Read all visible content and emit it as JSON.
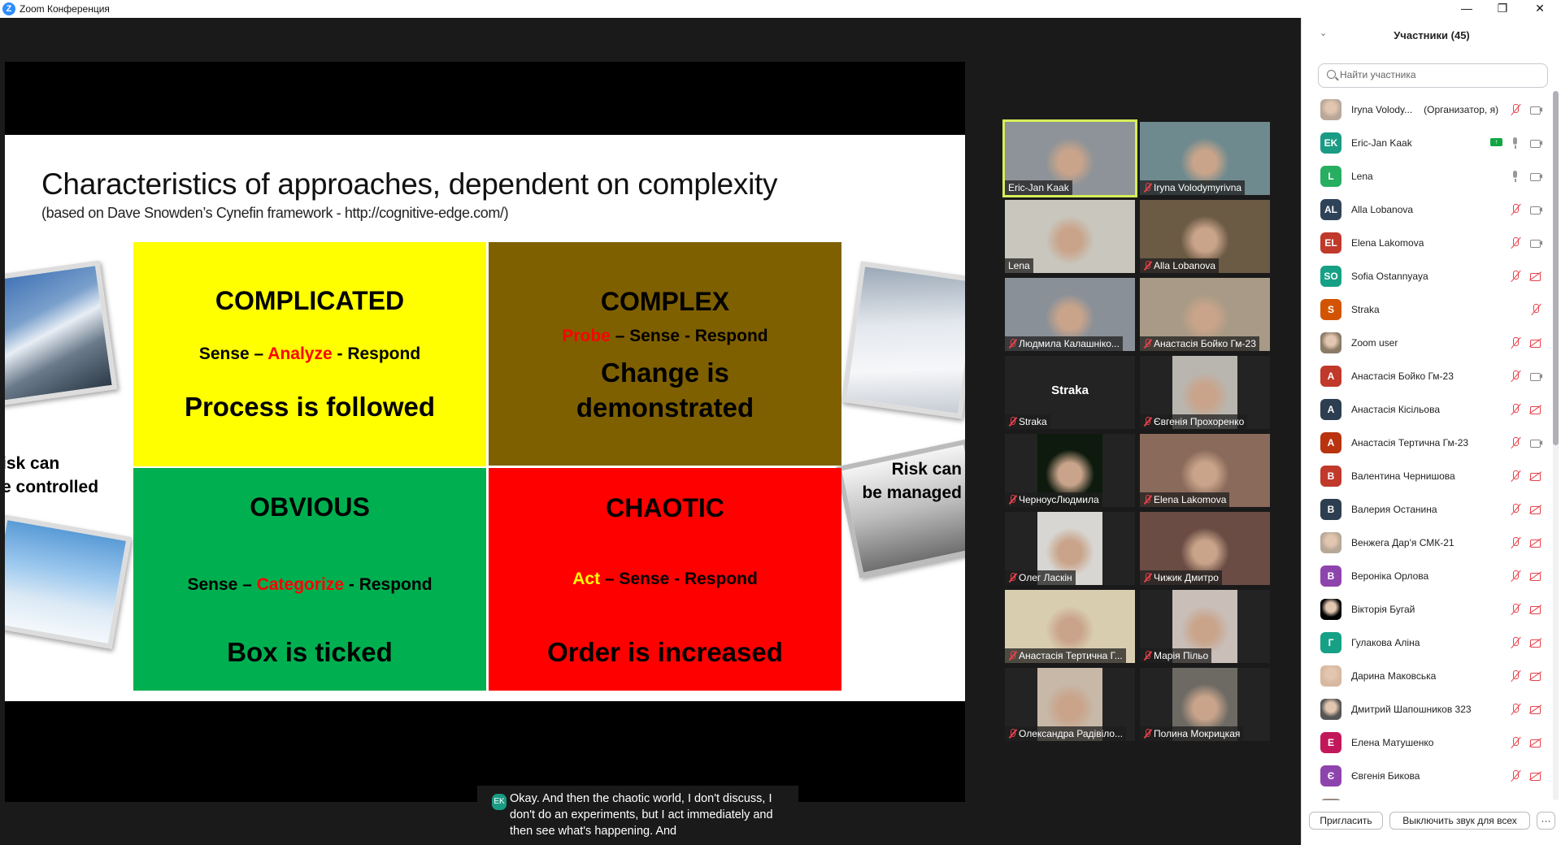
{
  "window": {
    "title": "Zoom Конференция",
    "logo_letter": "Z",
    "minimize": "—",
    "restore": "❐",
    "close": "✕"
  },
  "slide": {
    "title": "Characteristics of approaches, dependent on complexity",
    "subtitle": "(based on Dave Snowden’s Cynefin framework - http://cognitive-edge.com/)",
    "left_caption": [
      "isk can",
      "e controlled"
    ],
    "right_caption": [
      "Risk can",
      "be managed"
    ],
    "quadrants": {
      "complicated": {
        "heading": "COMPLICATED",
        "s1": "Sense – ",
        "s2": "Analyze",
        "s3": " - Respond",
        "body": "Process is followed",
        "color": "#ffff00"
      },
      "complex": {
        "heading": "COMPLEX",
        "s1": "Probe",
        "s2": " – Sense - Respond",
        "body1": "Change is",
        "body2": "demonstrated",
        "color": "#7f6000"
      },
      "obvious": {
        "heading": "OBVIOUS",
        "s1": "Sense – ",
        "s2": "Categorize",
        "s3": " - Respond",
        "body": "Box is ticked",
        "color": "#00b050"
      },
      "chaotic": {
        "heading": "CHAOTIC",
        "s1": "Act",
        "s2": " – Sense - Respond",
        "body": "Order is increased",
        "color": "#ff0000"
      }
    }
  },
  "caption": {
    "avatar": "EK",
    "text": "Okay. And then the chaotic world, I don't discuss, I don't do an experiments, but I act immediately and then see what's happening. And"
  },
  "videos": [
    {
      "name": "Eric-Jan Kaak",
      "muted": false,
      "active": true
    },
    {
      "name": "Iryna Volodymyrivna",
      "muted": true
    },
    {
      "name": "Lena",
      "muted": false
    },
    {
      "name": "Alla Lobanova",
      "muted": true
    },
    {
      "name": "Людмила Калашніко...",
      "muted": true
    },
    {
      "name": "Анастасія Бойко Гм-23",
      "muted": true
    },
    {
      "name": "Straka",
      "muted": true,
      "no_video": true,
      "display": "Straka"
    },
    {
      "name": "Євгенія Прохоренко",
      "muted": true,
      "portrait": true
    },
    {
      "name": "ЧерноусЛюдмила",
      "muted": true,
      "portrait": true
    },
    {
      "name": "Elena Lakomova",
      "muted": true
    },
    {
      "name": "Олег Ласкін",
      "muted": true,
      "portrait": true
    },
    {
      "name": "Чижик Дмитро",
      "muted": true
    },
    {
      "name": "Анастасія Тертична Г...",
      "muted": true
    },
    {
      "name": "Марія Пільо",
      "muted": true,
      "portrait": true
    },
    {
      "name": "Олександра Радівіло...",
      "muted": true,
      "portrait": true
    },
    {
      "name": "Полина Мокрицкая",
      "muted": true,
      "portrait": true
    }
  ],
  "participants_panel": {
    "title": "Участники (45)",
    "search_placeholder": "Найти участника",
    "invite_button": "Пригласить",
    "mute_all_button": "Выключить звук для всех",
    "more_button": "···",
    "participants": [
      {
        "name": "Iryna Volody...",
        "role": "(Организатор, я)",
        "initials": "",
        "color": "#b9a89a",
        "mic": "off",
        "video": "on"
      },
      {
        "name": "Eric-Jan Kaak",
        "initials": "EK",
        "color": "#1a9b84",
        "mic": "on",
        "video": "on",
        "sharing": true
      },
      {
        "name": "Lena",
        "initials": "L",
        "color": "#27ae60",
        "mic": "on",
        "video": "on"
      },
      {
        "name": "Alla Lobanova",
        "initials": "AL",
        "color": "#2f4358",
        "mic": "off",
        "video": "on"
      },
      {
        "name": "Elena Lakomova",
        "initials": "EL",
        "color": "#c0392b",
        "mic": "off",
        "video": "on"
      },
      {
        "name": "Sofia Ostannyaya",
        "initials": "SO",
        "color": "#16a085",
        "mic": "off",
        "video": "off"
      },
      {
        "name": "Straka",
        "initials": "S",
        "color": "#d35400",
        "mic": "off",
        "video": "none"
      },
      {
        "name": "Zoom user",
        "initials": "",
        "color": "#8a7a66",
        "mic": "off",
        "video": "off"
      },
      {
        "name": "Анастасія Бойко Гм-23",
        "initials": "A",
        "color": "#c0392b",
        "mic": "off",
        "video": "on"
      },
      {
        "name": "Анастасія Кісільова",
        "initials": "A",
        "color": "#2c3e50",
        "mic": "off",
        "video": "off"
      },
      {
        "name": "Анастасія Тертична Гм-23",
        "initials": "A",
        "color": "#b9330f",
        "mic": "off",
        "video": "on"
      },
      {
        "name": "Валентина Чернишова",
        "initials": "B",
        "color": "#c0392b",
        "mic": "off",
        "video": "off"
      },
      {
        "name": "Валерия Останина",
        "initials": "B",
        "color": "#2c3e50",
        "mic": "off",
        "video": "off"
      },
      {
        "name": "Венжега Дар'я СМК-21",
        "initials": "",
        "color": "#b8a898",
        "mic": "off",
        "video": "off"
      },
      {
        "name": "Вероніка Орлова",
        "initials": "B",
        "color": "#8e44ad",
        "mic": "off",
        "video": "off"
      },
      {
        "name": "Вікторія Бугай",
        "initials": "",
        "color": "#000000",
        "mic": "off",
        "video": "off"
      },
      {
        "name": "Гулакова Аліна",
        "initials": "Г",
        "color": "#16a085",
        "mic": "off",
        "video": "off"
      },
      {
        "name": "Дарина Маковська",
        "initials": "",
        "color": "#d8b8a0",
        "mic": "off",
        "video": "off"
      },
      {
        "name": "Дмитрий Шапошников 323",
        "initials": "",
        "color": "#555555",
        "mic": "off",
        "video": "off"
      },
      {
        "name": "Елена Матушенко",
        "initials": "E",
        "color": "#c2185b",
        "mic": "off",
        "video": "off"
      },
      {
        "name": "Євгенія Бикова",
        "initials": "Є",
        "color": "#8e44ad",
        "mic": "off",
        "video": "off"
      }
    ]
  }
}
